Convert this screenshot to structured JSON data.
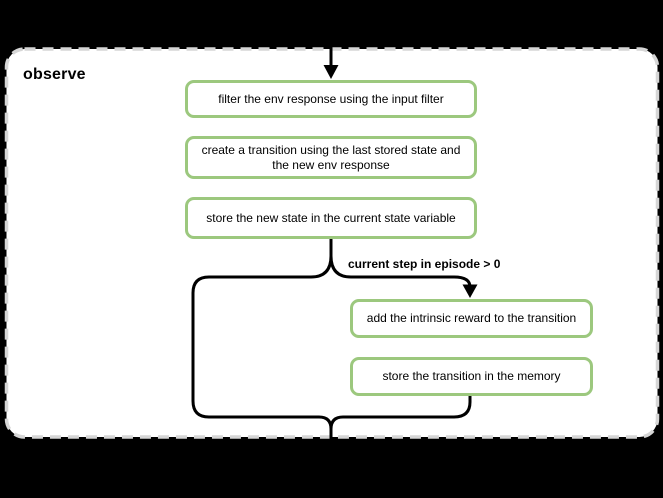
{
  "diagram": {
    "group_label": "observe",
    "branch_label": "current step in episode > 0",
    "nodes": [
      {
        "id": "filter_env_response",
        "label": "filter the env response using the input filter"
      },
      {
        "id": "create_transition",
        "label": "create a transition using the last stored state and the new env response"
      },
      {
        "id": "store_new_state",
        "label": "store the new state in the current state variable"
      },
      {
        "id": "add_intrinsic_reward",
        "label": "add the intrinsic reward to the transition"
      },
      {
        "id": "store_transition",
        "label": "store the transition in the memory"
      }
    ],
    "edges": [
      {
        "from": "start",
        "to": "filter_env_response",
        "label": ""
      },
      {
        "from": "store_new_state",
        "to": "add_intrinsic_reward",
        "label": "current step in episode > 0"
      },
      {
        "from": "store_new_state",
        "to": "end",
        "label": ""
      },
      {
        "from": "store_transition",
        "to": "end",
        "label": ""
      }
    ],
    "colors": {
      "background": "#000000",
      "container_fill": "#ffffff",
      "container_border": "#d6d6d6",
      "node_fill": "#ffffff",
      "node_border": "#9cc87e",
      "connector": "#000000",
      "text": "#000000"
    }
  }
}
